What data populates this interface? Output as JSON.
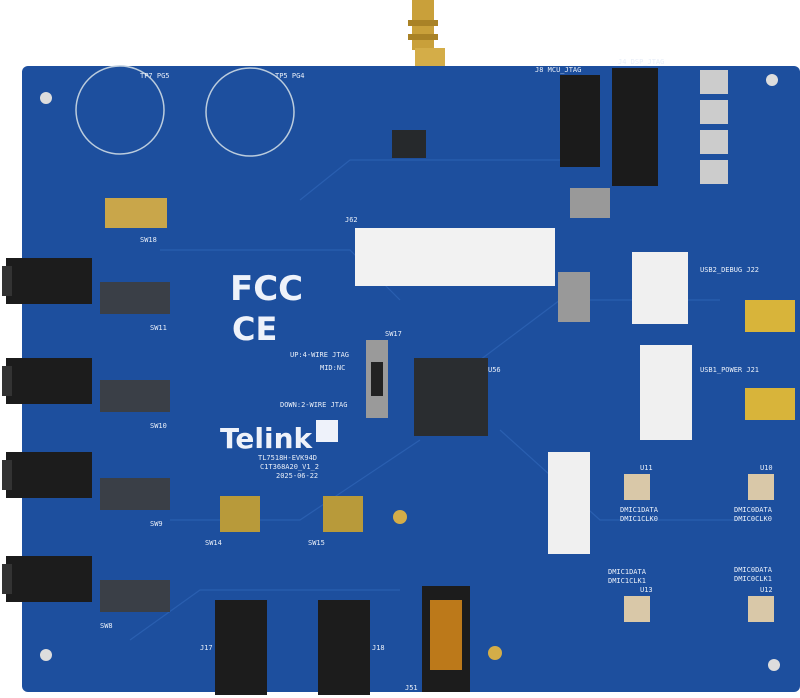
{
  "board": {
    "brand": "Telink",
    "model": "TL7518H-EVK94D",
    "revision": "C1T368A20_V1_2",
    "date": "2025-06-22",
    "certifications": [
      "FCC",
      "CE"
    ],
    "colors": {
      "pcb": "#1d4f9e",
      "silk": "#e8eef8",
      "gold": "#c9a03a",
      "connector": "#f2f2f2",
      "chip": "#2a2d30"
    }
  },
  "switch_labels": {
    "switch": "SW17",
    "up": "UP:4-WIRE JTAG",
    "mid": "MID:NC",
    "down": "DOWN:2-WIRE JTAG"
  },
  "chip_label": "U56",
  "headers": {
    "mcu_jtag": "J8 MCU_JTAG",
    "dsp_jtag": "J4 DSP_JTAG",
    "main": "J62"
  },
  "test_points": [
    "TP7 PG5",
    "TP5 PG4"
  ],
  "usb": [
    {
      "label": "USB2_DEBUG J22"
    },
    {
      "label": "USB1_POWER J21"
    }
  ],
  "mics": [
    {
      "ref": "U11",
      "data": "DMIC1DATA",
      "clk": "DMIC1CLK0"
    },
    {
      "ref": "U10",
      "data": "DMIC0DATA",
      "clk": "DMIC0CLK0"
    },
    {
      "ref": "U13",
      "data": "DMIC1DATA",
      "clk": "DMIC1CLK1"
    },
    {
      "ref": "U12",
      "data": "DMIC0DATA",
      "clk": "DMIC0CLK1"
    }
  ],
  "dip_switches": [
    "SW18",
    "SW11",
    "SW10",
    "SW9",
    "SW8",
    "SW14",
    "SW15"
  ],
  "jack_labels": [
    "J17",
    "J18",
    "J51"
  ]
}
